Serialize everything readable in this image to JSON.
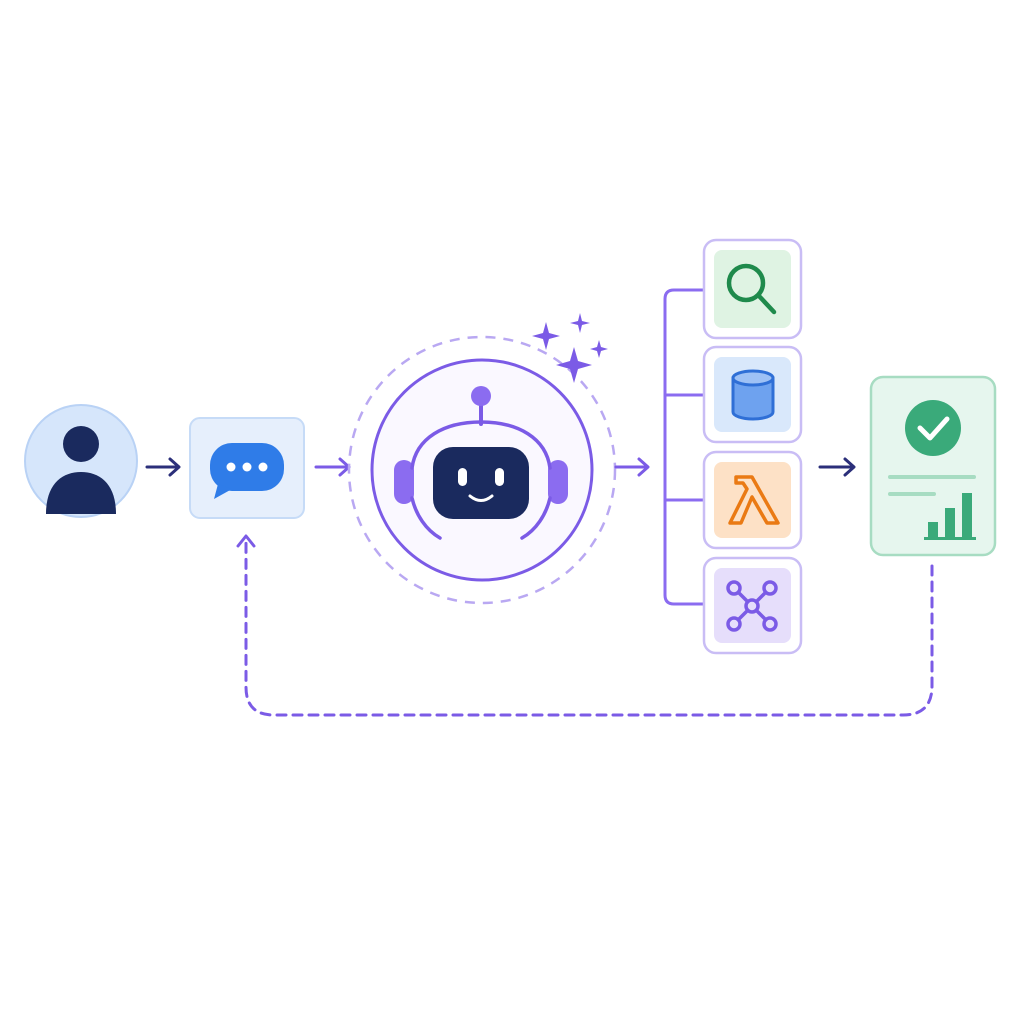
{
  "diagram": {
    "nodes": [
      {
        "id": "user",
        "icon": "user-avatar-icon"
      },
      {
        "id": "prompt",
        "icon": "chat-bubble-icon"
      },
      {
        "id": "agent",
        "icon": "robot-icon"
      },
      {
        "id": "tools",
        "icon": "tool-stack"
      },
      {
        "id": "result",
        "icon": "report-card-icon"
      }
    ],
    "tools": [
      {
        "name": "search",
        "icon": "magnifier-icon",
        "color": "#1f8a4c",
        "bg": "#dff3e3"
      },
      {
        "name": "database",
        "icon": "database-icon",
        "color": "#2f6fd6",
        "bg": "#d9e8fb"
      },
      {
        "name": "function",
        "icon": "lambda-icon",
        "color": "#ea7a14",
        "bg": "#fde1c6"
      },
      {
        "name": "graph",
        "icon": "network-icon",
        "color": "#7b5be6",
        "bg": "#e6defb"
      }
    ],
    "edges": [
      {
        "from": "user",
        "to": "prompt",
        "style": "solid"
      },
      {
        "from": "prompt",
        "to": "agent",
        "style": "solid"
      },
      {
        "from": "agent",
        "to": "tools",
        "style": "solid"
      },
      {
        "from": "tools",
        "to": "result",
        "style": "solid"
      },
      {
        "from": "result",
        "to": "prompt",
        "style": "dashed"
      }
    ],
    "colors": {
      "navy": "#1a2a5e",
      "purple": "#7b5be6",
      "blue": "#2f6fd6",
      "green": "#3aaa7a",
      "light_blue": "#d6e6fb"
    }
  }
}
